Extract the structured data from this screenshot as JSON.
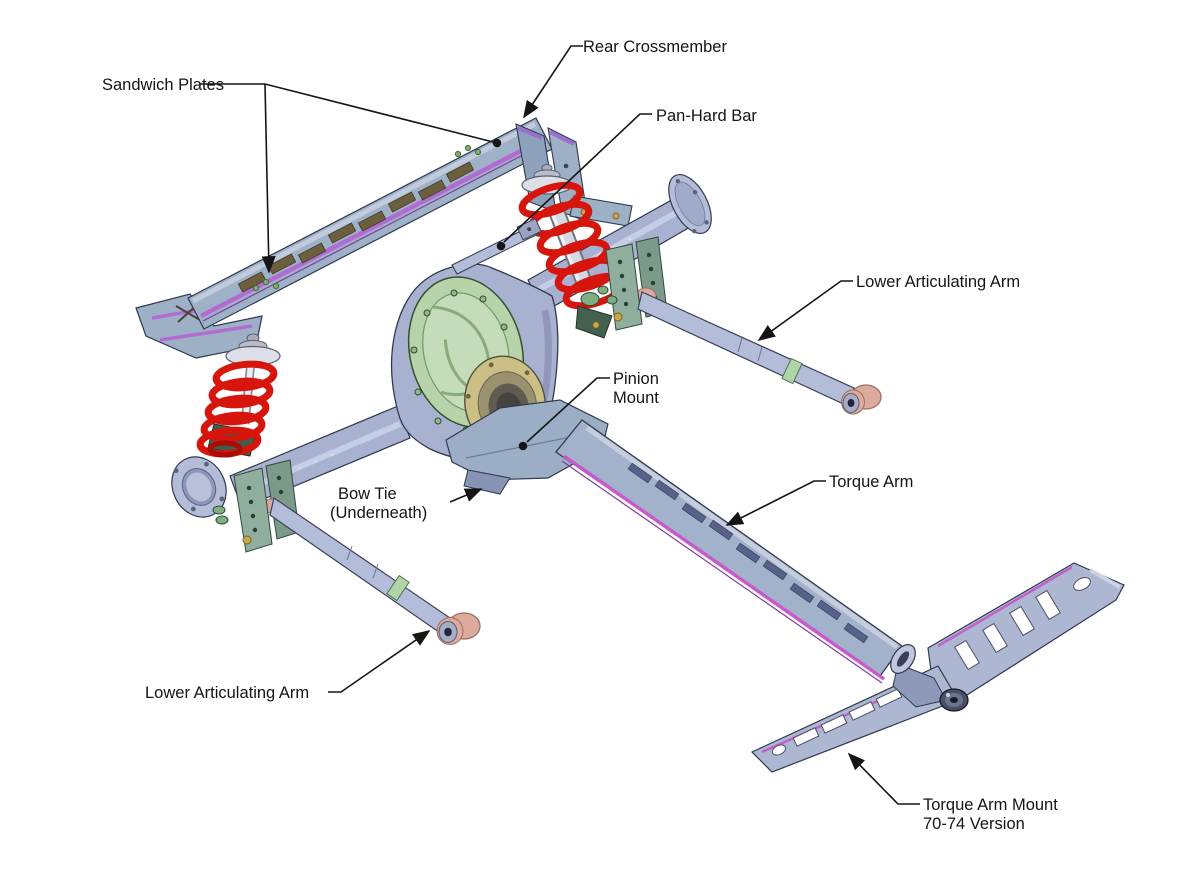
{
  "figure_type": "labeled technical illustration",
  "subject": "rear suspension assembly",
  "callouts": {
    "rear_crossmember": {
      "text": "Rear Crossmember"
    },
    "sandwich_plates": {
      "text": "Sandwich Plates"
    },
    "pan_hard_bar": {
      "text": "Pan-Hard Bar"
    },
    "lower_articulating_arm_right": {
      "text": "Lower Articulating Arm"
    },
    "pinion_mount": {
      "line1": "Pinion",
      "line2": "Mount"
    },
    "bow_tie": {
      "line1": "Bow Tie",
      "line2": "(Underneath)"
    },
    "torque_arm": {
      "text": "Torque Arm"
    },
    "lower_articulating_arm_left": {
      "text": "Lower Articulating Arm"
    },
    "torque_arm_mount": {
      "line1": "Torque Arm Mount",
      "line2": "70-74 Version"
    }
  },
  "colors": {
    "background": "#ffffff",
    "steel_body": "#a9b1d0",
    "beam_body": "#9fb1c6",
    "steel_shade": "#7b84a8",
    "accent_stripe_purple": "#b36bd4",
    "accent_stripe_magenta": "#c85ace",
    "spring_red": "#d6150d",
    "diff_cover_green": "#b7d3a9",
    "pinion_mount_tan": "#cbbf86",
    "bracket_green": "#8fae9e",
    "bushing_pink": "#d9a89c",
    "collar_green": "#aed4a8",
    "hardware_gold": "#c8a84b",
    "leader_line": "#151515"
  }
}
